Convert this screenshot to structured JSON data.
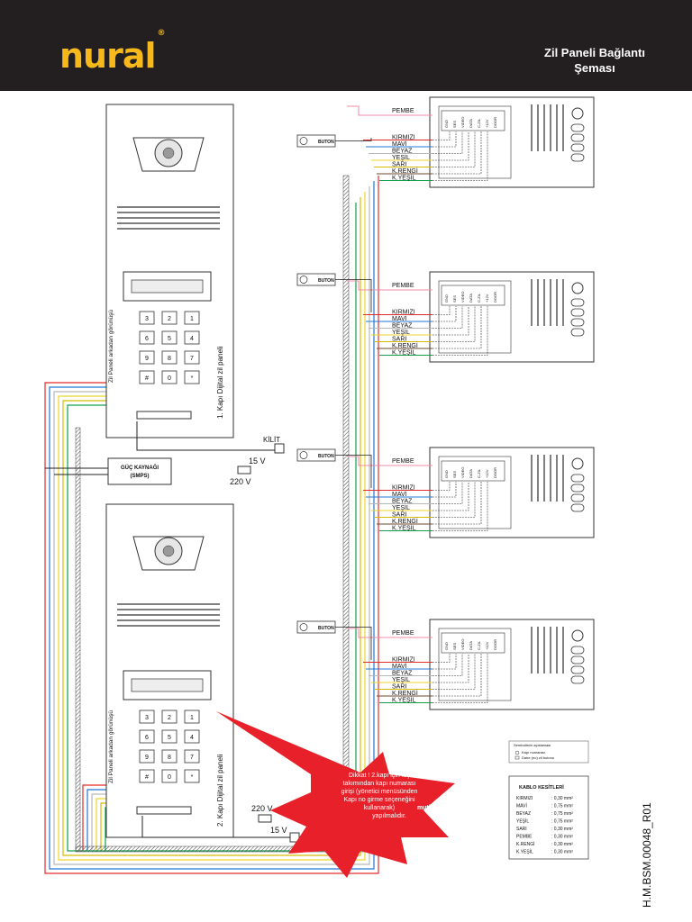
{
  "header": {
    "brand": "nural",
    "registered": "®",
    "title_line1": "Zil Paneli Bağlantı",
    "title_line2": "Şeması"
  },
  "panels": [
    {
      "side_label": "Zil Paneli arkadan görünüşü",
      "name": "1. Kapı Dijital zil paneli"
    },
    {
      "side_label": "Zil Paneli arkadan görünüşü",
      "name": "2. Kapı Dijital zil paneli"
    }
  ],
  "keypad": [
    "3",
    "2",
    "1",
    "6",
    "5",
    "4",
    "9",
    "8",
    "7",
    "#",
    "0",
    "*"
  ],
  "power_supply": {
    "line1": "GÜÇ KAYNAĞI",
    "line2": "(SMPS)"
  },
  "lock": {
    "label": "KİLİT",
    "voltage_lock": "15 V",
    "voltage_mains": "220 V"
  },
  "button_label": "BUTON",
  "monitor_terminals": [
    "GND",
    "SES",
    "VIDEO",
    "DATA",
    "C-ZIL",
    "+12V",
    "DOOR"
  ],
  "wires": [
    {
      "name": "PEMBE",
      "color": "#ee8ca4"
    },
    {
      "name": "KIRMIZI",
      "color": "#e32b2b"
    },
    {
      "name": "MAVİ",
      "color": "#2277d6"
    },
    {
      "name": "BEYAZ",
      "color": "#b8b8b8"
    },
    {
      "name": "YEŞİL",
      "color": "#f0d52a"
    },
    {
      "name": "SARI",
      "color": "#d8bb00"
    },
    {
      "name": "K.RENGİ",
      "color": "#6b4a2e"
    },
    {
      "name": "K.YEŞİL",
      "color": "#12a04a"
    }
  ],
  "wire_labels": {
    "pembe": "PEMBE",
    "kirmizi": "KIRMIZI",
    "mavi": "MAVİ",
    "beyaz": "BEYAZ",
    "yesil": "YEŞİL",
    "sari": "SARI",
    "krengi": "K.RENGİ",
    "kyesil": "K.YEŞİL"
  },
  "warning": {
    "lines": [
      "Dikkat ! 2.kapı için tuş",
      "takımından kapı numarası",
      "girişi (yönetici menüsünden",
      "Kapı no girme seçeneğini",
      "kullanarak)"
    ],
    "bold": "mutlaka",
    "last": "yapılmalıdır."
  },
  "legend_small": {
    "title": "Sembollerin açıklaması",
    "item1": "Kapı numarası",
    "item2": "Daire (no) zil butonu"
  },
  "cable_table": {
    "title": "KABLO KESİTLERİ",
    "rows": [
      {
        "name": "KIRMIZI",
        "value": ": 0,30 mm²"
      },
      {
        "name": "MAVİ",
        "value": ": 0,75 mm²"
      },
      {
        "name": "BEYAZ",
        "value": ": 0,75 mm²"
      },
      {
        "name": "YEŞİL",
        "value": ": 0,75 mm²"
      },
      {
        "name": "SARI",
        "value": ": 0,30 mm²"
      },
      {
        "name": "PEMBE",
        "value": ": 0,30 mm²"
      },
      {
        "name": "K.RENGİ",
        "value": ": 0,30 mm²"
      },
      {
        "name": "K.YEŞİL",
        "value": ": 0,30 mm²"
      }
    ]
  },
  "doc_code": "H.M.BSM.00048_R01",
  "colors": {
    "header_bg": "#231f20",
    "brand": "#f6b81a",
    "warning": "#e8202a"
  }
}
